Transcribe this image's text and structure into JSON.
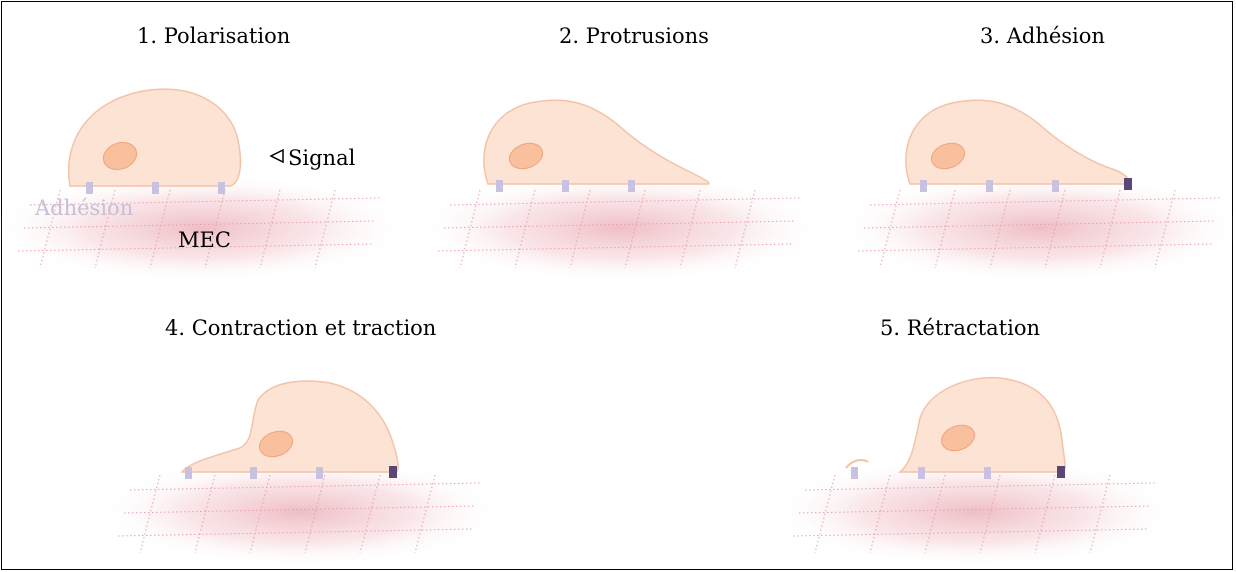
{
  "panels": [
    {
      "title": "1. Polarisation",
      "annotations": {
        "signal": "Signal",
        "adhesion": "Adhésion",
        "matrix": "MEC"
      }
    },
    {
      "title": "2. Protrusions"
    },
    {
      "title": "3. Adhésion"
    },
    {
      "title": "4. Contraction et traction"
    },
    {
      "title": "5. Rétractation"
    }
  ],
  "colors": {
    "cell_fill": "#fde3d3",
    "cell_stroke": "#f3c2a9",
    "nucleus_fill": "#f8c09d",
    "nucleus_stroke": "#f0a27f",
    "adhesion_light": "#c8c1df",
    "adhesion_dark": "#5b4676",
    "matrix_grid": "#e6a0ab",
    "matrix_glow": "#e9a8b2"
  },
  "icons": {
    "signal": "triangle-left-icon"
  }
}
